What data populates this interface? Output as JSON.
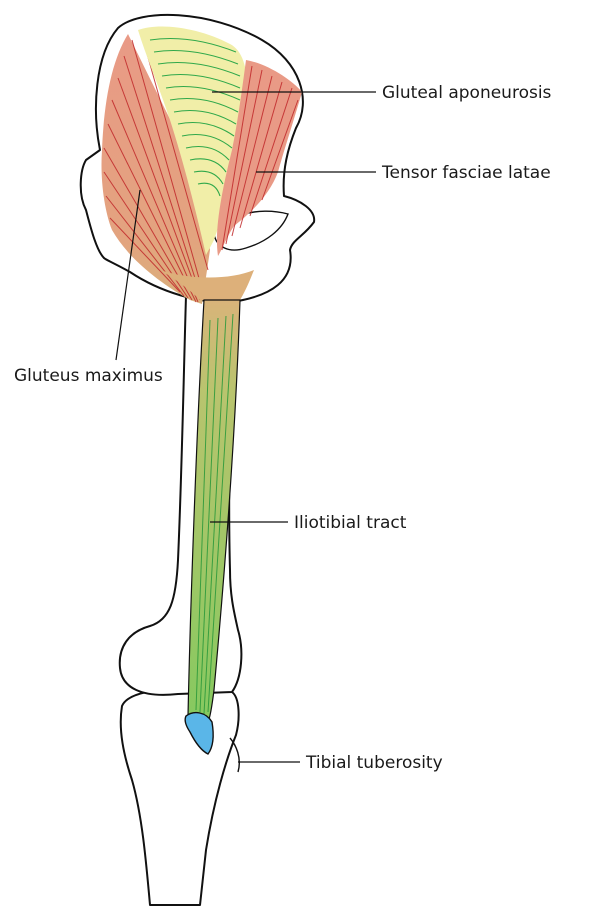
{
  "labels": {
    "gluteal_aponeurosis": "Gluteal aponeurosis",
    "tensor_fasciae_latae": "Tensor fasciae latae",
    "gluteus_maximus": "Gluteus maximus",
    "iliotibial_tract": "Iliotibial tract",
    "tibial_tuberosity": "Tibial tuberosity"
  },
  "colors": {
    "muscle": "#e8a08a",
    "muscle_fiber": "#c0282a",
    "aponeurosis": "#f1eea8",
    "aponeurosis_fiber": "#2fa84a",
    "tract": "#8dc968",
    "tract_fiber": "#2e9a3c",
    "tuberosity": "#5ab6e8",
    "outline": "#111111"
  }
}
